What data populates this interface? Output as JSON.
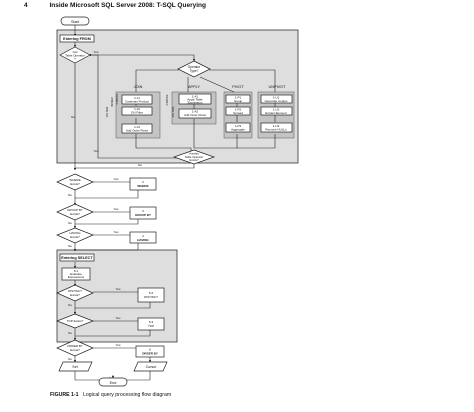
{
  "header": {
    "page_number": "4",
    "book_title": "Inside Microsoft SQL Server 2008: T-SQL Querying"
  },
  "flow": {
    "start": "Start",
    "end": "End",
    "from_phase": "Entering FROM",
    "select_phase": "Entering SELECT",
    "yes": "Yes",
    "no": "No",
    "cond_another_table": [
      "Got",
      "Table Operator",
      "?"
    ],
    "op_type": [
      "Operator",
      "Type?"
    ],
    "another_table_op": [
      "Another",
      "Table Operator",
      "Exists?"
    ],
    "join": "JOIN",
    "apply": "APPLY",
    "pivot": "PIVOT",
    "unpivot": "UNPIVOT",
    "outer": "OUTER",
    "inner": "INNER",
    "cross": "CROSS",
    "join_steps": [
      [
        "1-J1",
        "Cartesian Product"
      ],
      [
        "1-J2",
        "ON Filter"
      ],
      [
        "1-J3",
        "Add Outer Rows"
      ]
    ],
    "apply_steps": [
      [
        "1-A1",
        "Apply Table",
        "Expression"
      ],
      [
        "1-A2",
        "Add Outer Rows"
      ]
    ],
    "pivot_steps": [
      [
        "1-P1",
        "Group"
      ],
      [
        "1-P2",
        "Spread"
      ],
      [
        "1-P3",
        "Aggregate"
      ]
    ],
    "unpivot_steps": [
      [
        "1-U1",
        "Generate Copies"
      ],
      [
        "1-U2",
        "Extract Element"
      ],
      [
        "1-U3",
        "Remove NULLs"
      ]
    ],
    "where_q": [
      "WHERE",
      "Exists?"
    ],
    "where_box": [
      "2",
      "WHERE"
    ],
    "groupby_q": [
      "GROUP BY",
      "Exists?"
    ],
    "groupby_box": [
      "3",
      "GROUP BY"
    ],
    "having_q": [
      "HAVING",
      "Exists?"
    ],
    "having_box": [
      "4",
      "HAVING"
    ],
    "evaluate": [
      "5-1",
      "Evaluate",
      "Expressions"
    ],
    "distinct_q": [
      "DISTINCT",
      "Exists?"
    ],
    "distinct_box": [
      "5-2",
      "DISTINCT"
    ],
    "top_q": [
      "TOP Exists?"
    ],
    "top_box": [
      "5-3",
      "TOP"
    ],
    "orderby_q": [
      "ORDER BY",
      "Exists?"
    ],
    "orderby_box": [
      "6",
      "ORDER BY"
    ],
    "set": "Set",
    "cursor": "Cursor"
  },
  "caption": {
    "figure": "FIGURE 1-1",
    "text": "Logical query processing flow diagram"
  }
}
